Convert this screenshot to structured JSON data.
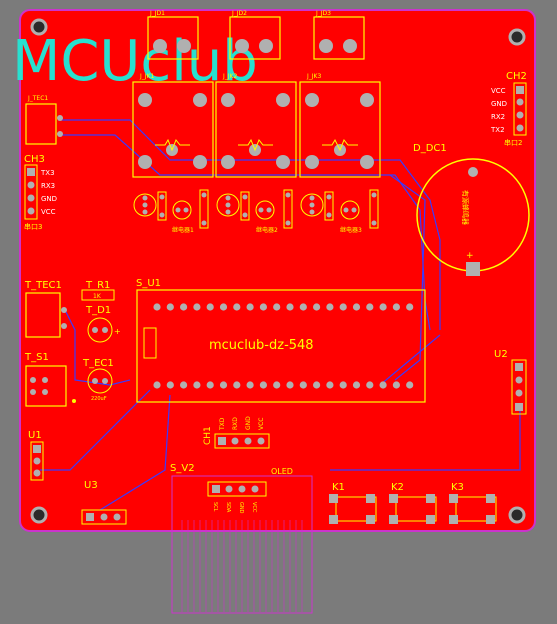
{
  "colors": {
    "background": "#7b7b7b",
    "board": "#ff0000",
    "silkscreen": "#ffff00",
    "trace": "#3a3aff",
    "outline": "#cc33cc",
    "pad": "#b0b0b0",
    "logo": "#28e0d0"
  },
  "logo": "MCUclub",
  "board_label": "mcuclub-dz-548",
  "components": {
    "j_jd1": "J_JD1",
    "j_jd2": "J_JD2",
    "j_jd3": "J_JD3",
    "j_jk1": "J_JK1",
    "j_jk2": "J_JK2",
    "j_jk3": "J_JK3",
    "j_tec1": "J_TEC1",
    "t_tec1": "T_TEC1",
    "t_r1": "T_R1",
    "t_d1": "T_D1",
    "t_s1": "T_S1",
    "t_ec1": "T_EC1",
    "s_u1": "S_U1",
    "s_v2": "S_V2",
    "d_dc1": "D_DC1",
    "u1": "U1",
    "u2": "U2",
    "u3": "U3",
    "k1": "K1",
    "k2": "K2",
    "k3": "K3",
    "ch1": "CH1",
    "oled": "OLED"
  },
  "ch2": {
    "title": "CH2",
    "pins": [
      "VCC",
      "GND",
      "RX2",
      "TX2"
    ],
    "sub": "串口2"
  },
  "ch3": {
    "title": "CH3",
    "pins": [
      "TX3",
      "RX3",
      "GND",
      "VCC"
    ],
    "sub": "串口3"
  },
  "ch1_pins": [
    "TXD",
    "RXD",
    "GND",
    "VCC"
  ],
  "oled_pins": [
    "SCL",
    "SDA",
    "GND",
    "VCC"
  ],
  "led_labels": [
    "继电器1",
    "继电器2",
    "继电器3"
  ],
  "dc_label": "有源蜂鸣器",
  "ec_label": "220uF",
  "r1_label": "1K"
}
